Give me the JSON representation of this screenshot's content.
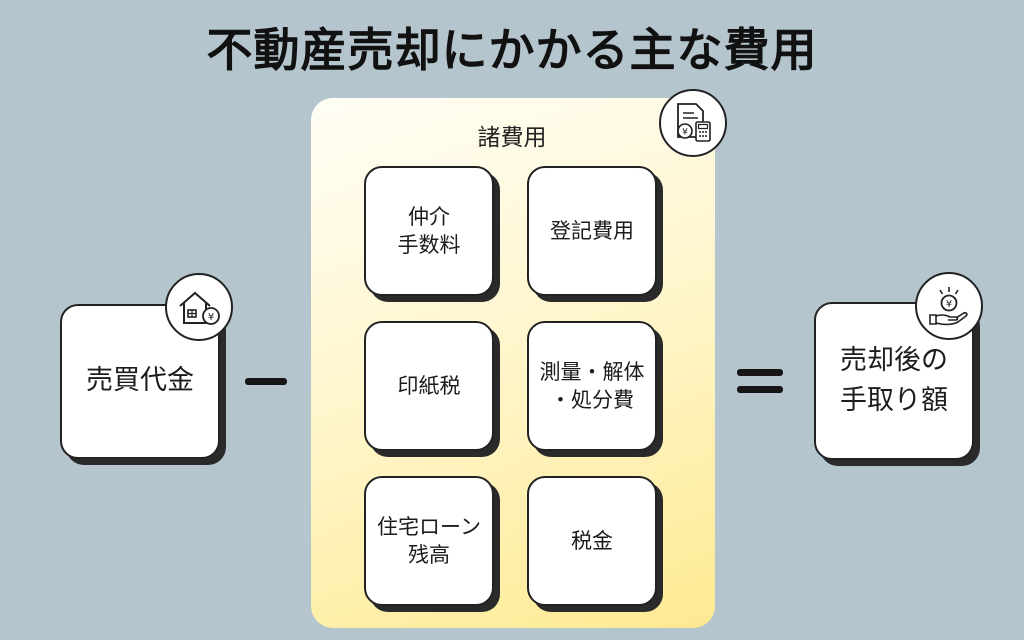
{
  "title": "不動産売却にかかる主な費用",
  "left_box": {
    "label": "売買代金",
    "icon": "house-yen-icon"
  },
  "minus_sign": "minus",
  "equals_sign": "equals",
  "panel": {
    "title": "諸費用",
    "icon": "document-calculator-icon",
    "items": [
      {
        "label": "仲介\n手数料"
      },
      {
        "label": "登記費用"
      },
      {
        "label": "印紙税"
      },
      {
        "label": "測量・解体\n・処分費"
      },
      {
        "label": "住宅ローン\n残高"
      },
      {
        "label": "税金"
      }
    ]
  },
  "right_box": {
    "label": "売却後の\n手取り額",
    "icon": "hand-coin-icon"
  },
  "colors": {
    "background": "#b5c5ce",
    "panel_top": "#fffef6",
    "panel_bottom": "#feea92"
  }
}
